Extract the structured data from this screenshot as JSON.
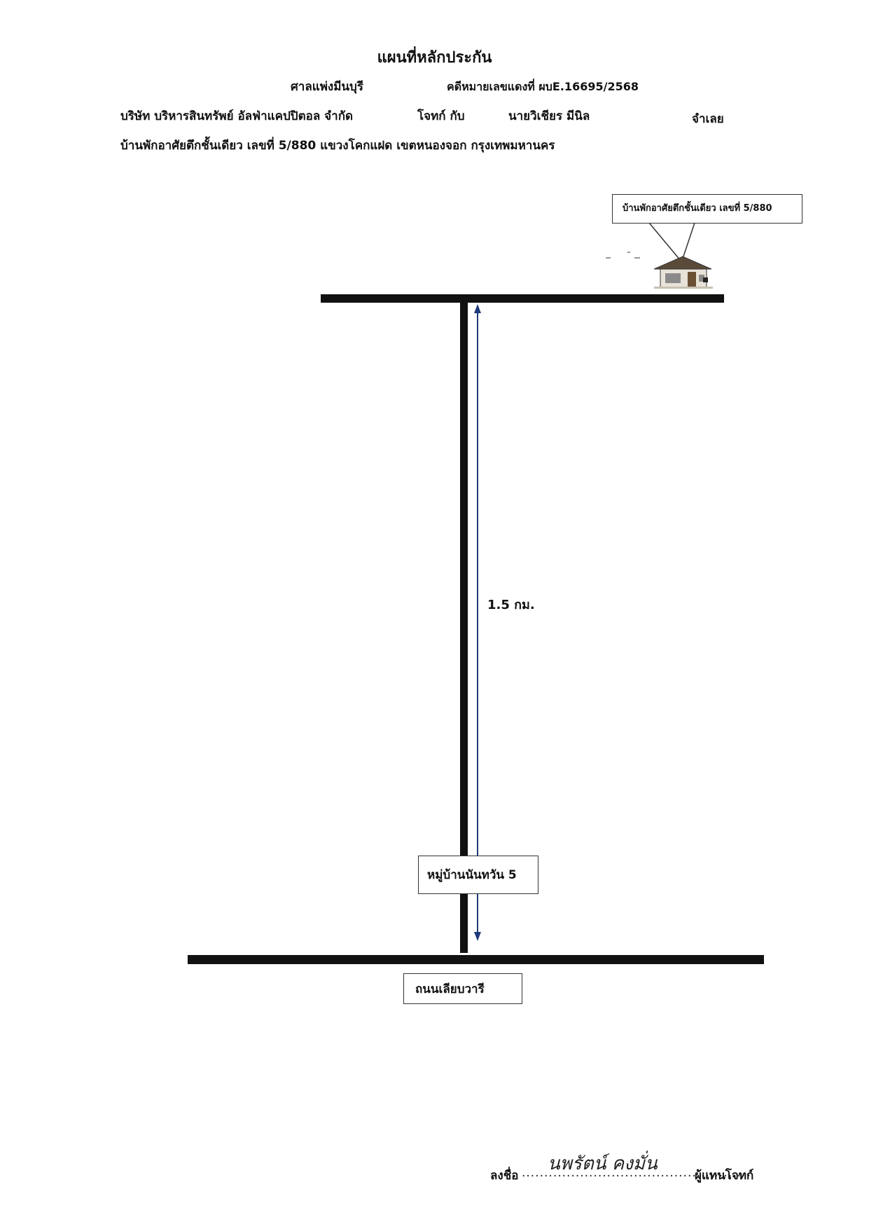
{
  "header": {
    "title": "แผนที่หลักประกัน",
    "court": "ศาลแพ่งมีนบุรี",
    "case_no": "คดีหมายเลขแดงที่ ผบE.16695/2568",
    "plaintiff": "บริษัท บริหารสินทรัพย์ อัลฟ่าแคปปิตอล จำกัด",
    "plaintiff_role": "โจทก์ กับ",
    "defendant": "นายวิเชียร มีนิล",
    "defendant_role": "จำเลย",
    "address": "บ้านพักอาศัยตึกชั้นเดียว เลขที่  5/880 แขวงโคกแฝด  เขตหนองจอก  กรุงเทพมหานคร"
  },
  "map": {
    "house_label": "บ้านพักอาศัยตึกชั้นเดียว เลขที่ 5/880",
    "village_label": "หมู่บ้านนันทวัน 5",
    "road_label": "ถนนเลียบวารี",
    "distance": "1.5 กม.",
    "arrow_color": "#1f3a7a",
    "road_color": "#111111",
    "house_icon": "house-icon"
  },
  "signature": {
    "label": "ลงชื่อ",
    "dots": "...................................................",
    "signed_name": "นพรัตน์  คงมั่น",
    "role": "ผู้แทนโจทก์"
  }
}
